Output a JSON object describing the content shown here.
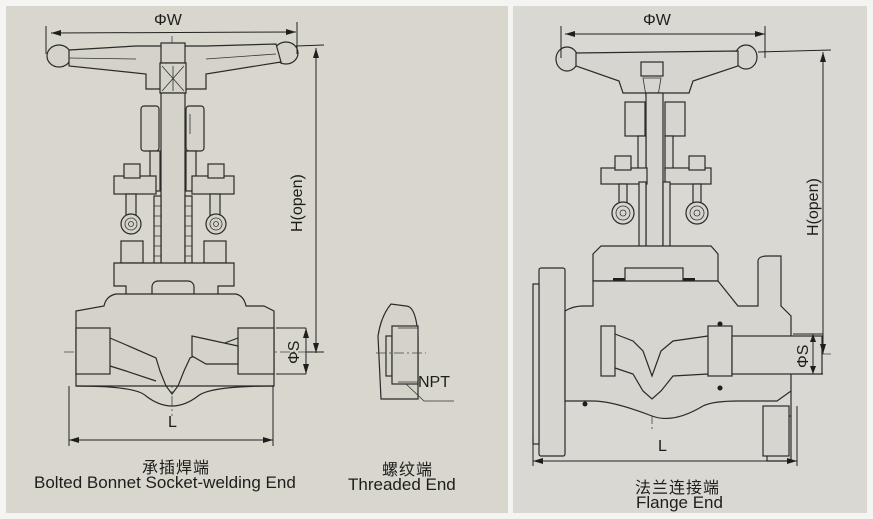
{
  "figure": {
    "panels": [
      {
        "id": "socket-welding",
        "title_cn": "承插焊端",
        "title_en": "Bolted Bonnet Socket-welding End",
        "dimensions": {
          "width": "ΦW",
          "height": "H(open)",
          "socket": "ΦS",
          "length": "L"
        }
      },
      {
        "id": "threaded",
        "title_cn": "螺纹端",
        "title_en": "Threaded End",
        "callout": "NPT"
      },
      {
        "id": "flange",
        "title_cn": "法兰连接端",
        "title_en": "Flange End",
        "dimensions": {
          "width": "ΦW",
          "height": "H(open)",
          "socket": "ΦS",
          "length": "L"
        }
      }
    ]
  },
  "colors": {
    "paper_left": "#d8d6cd",
    "paper_right": "#d9d8d3",
    "line": "#2a2a28",
    "frame": "#f4f4f2"
  }
}
